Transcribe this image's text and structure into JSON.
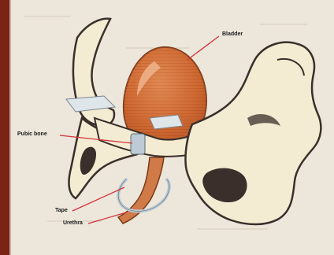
{
  "labels": {
    "bladder": "Bladder",
    "pubic_bone": "Pubic bone",
    "tape": "Tape",
    "urethra": "Urethra"
  },
  "colors": {
    "background": "#ece6db",
    "bone": "#f3ecd2",
    "bone_shadow": "#3a2f2a",
    "bladder": "#d06a33",
    "bladder_hatch": "#9a3d17",
    "urethra": "#d07a48",
    "tape": "#bccbd5",
    "pointer_line": "#d7323b",
    "left_strip": "#7a2418"
  }
}
